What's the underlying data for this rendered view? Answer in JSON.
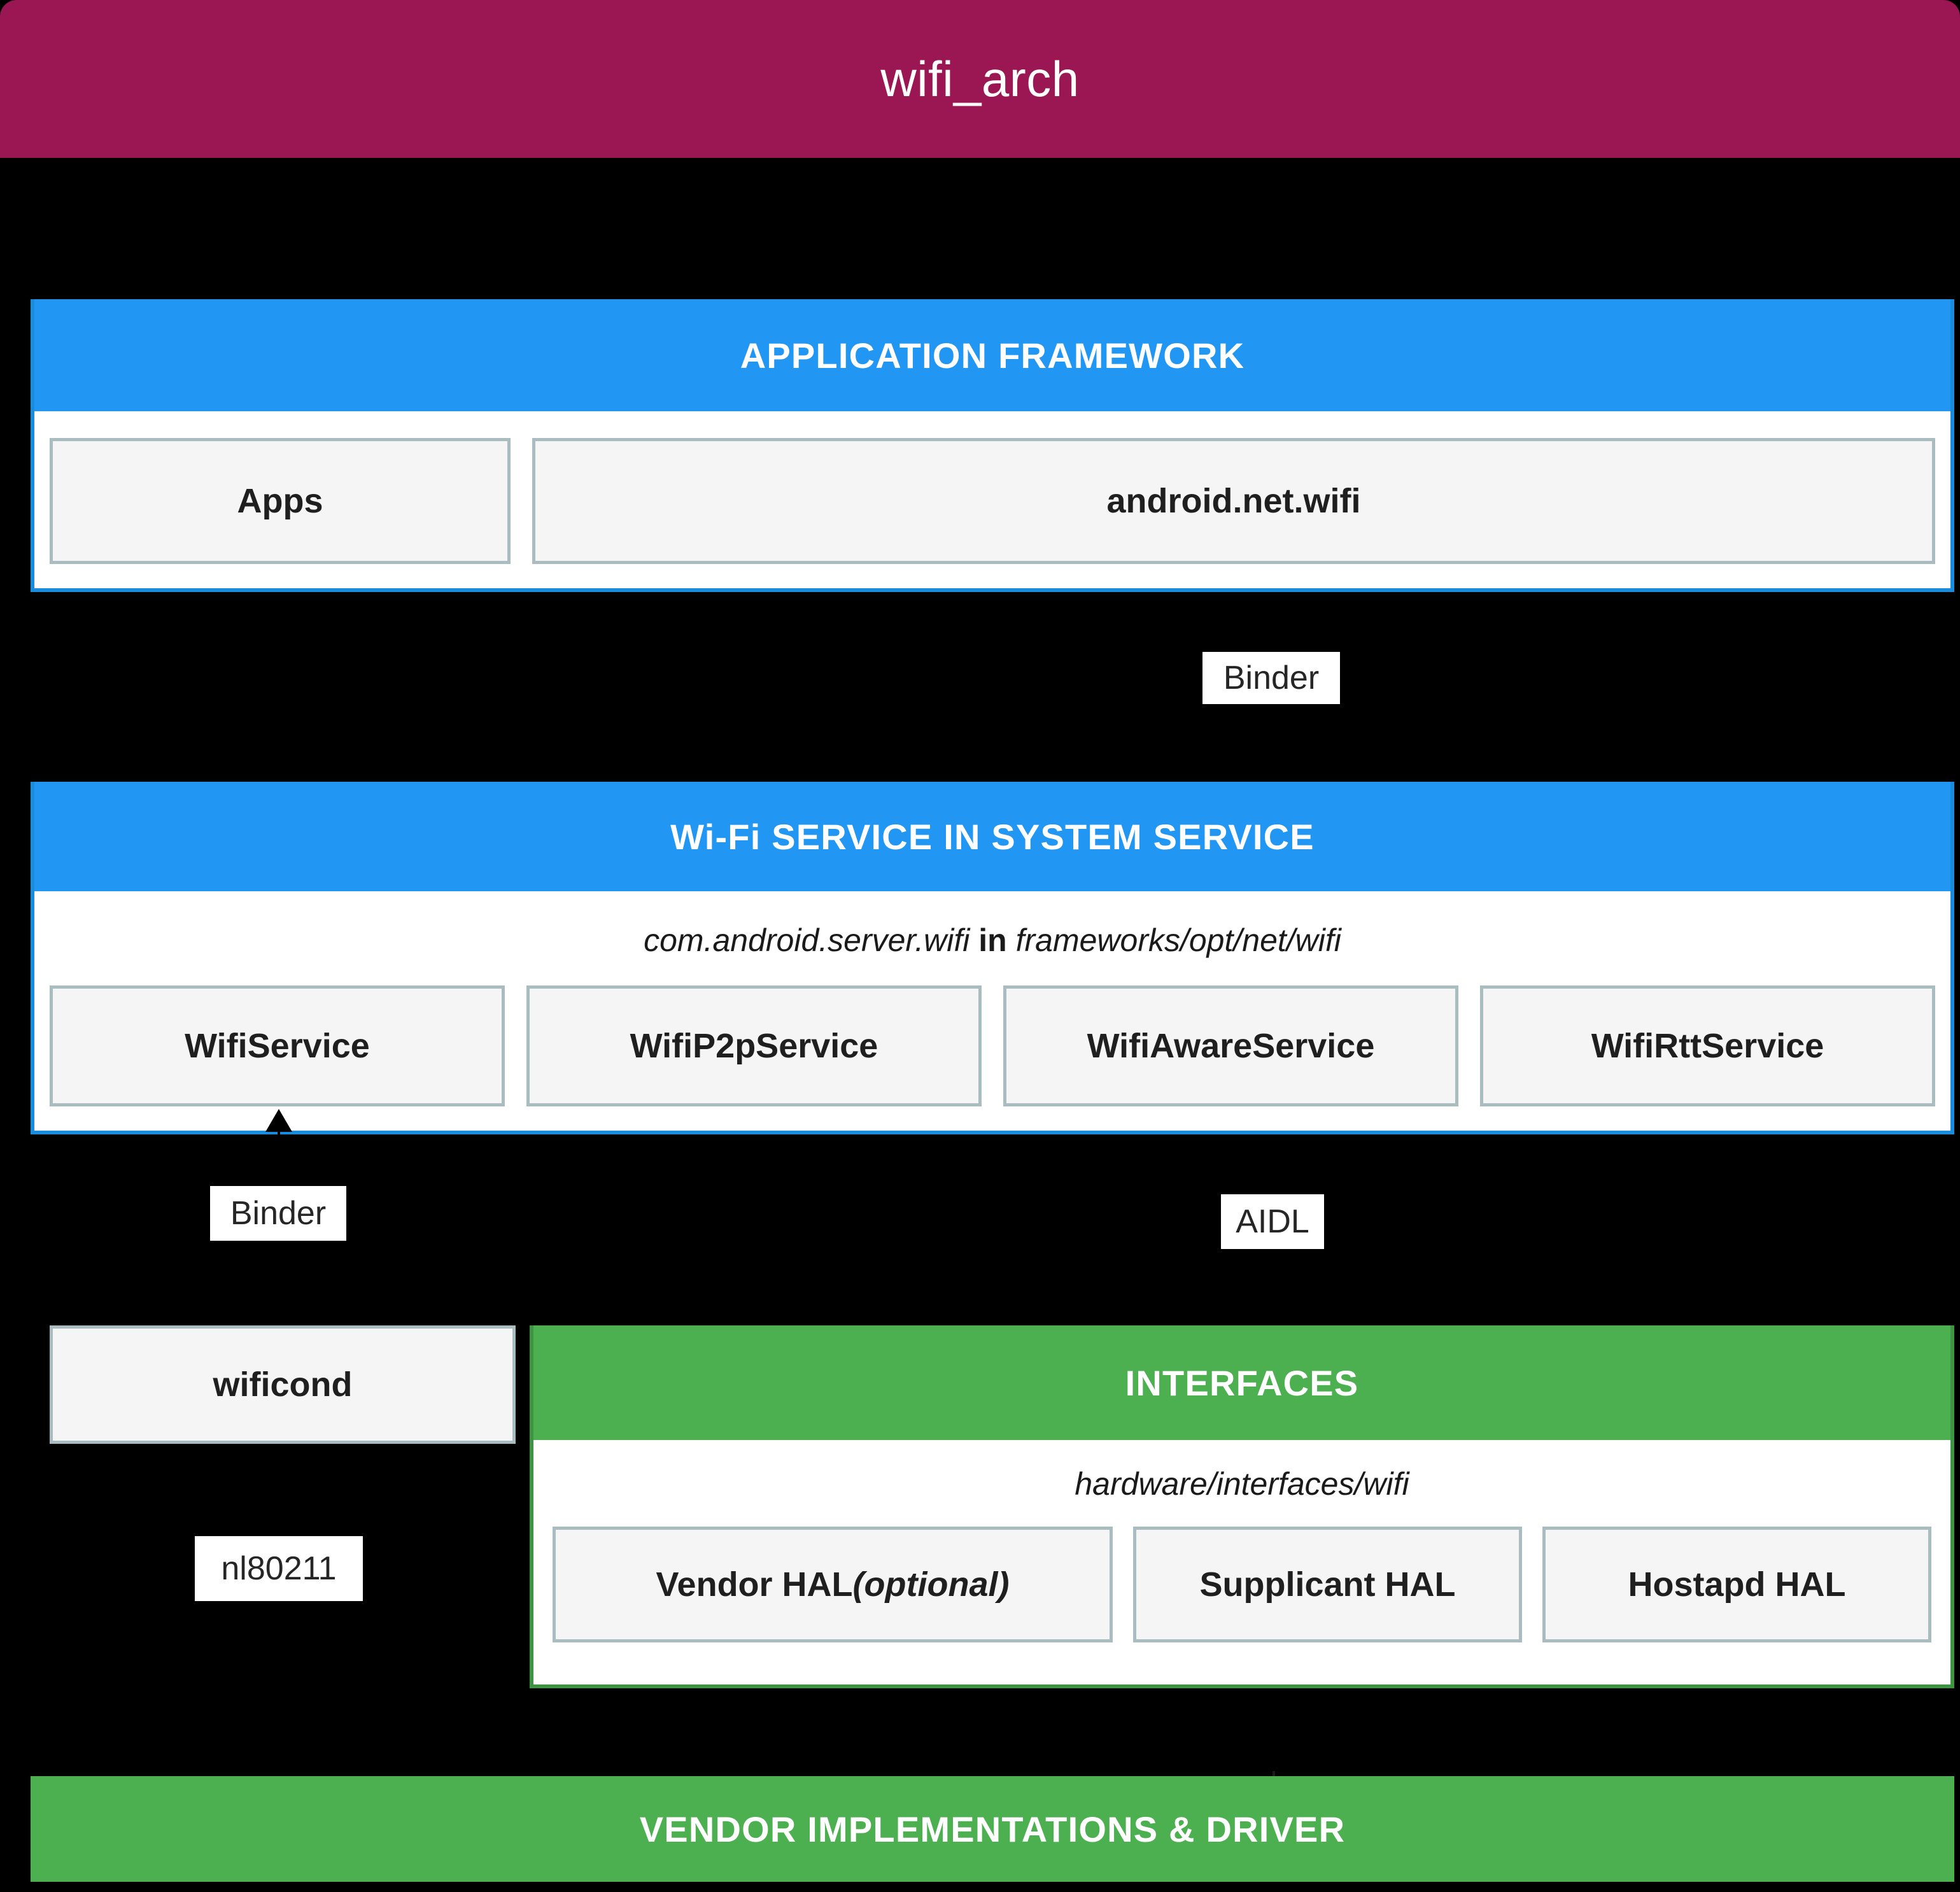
{
  "window": {
    "title": "wifi_arch",
    "title_bar_color": "#9b1754",
    "background_color": "#000000"
  },
  "palette": {
    "blue": "#2196f3",
    "blue_border": "#1a8cdc",
    "green": "#4caf50",
    "green_border": "#3f9444",
    "node_fill": "#f5f5f5",
    "node_border": "#a9bdc0",
    "text_dark": "#1f1f1f",
    "text_light": "#ffffff"
  },
  "layers": {
    "application_framework": {
      "header": "APPLICATION FRAMEWORK",
      "nodes": [
        {
          "label": "Apps"
        },
        {
          "label": "android.net.wifi"
        }
      ]
    },
    "wifi_service": {
      "header": "Wi-Fi SERVICE IN SYSTEM SERVICE",
      "subtitle_package": "com.android.server.wifi",
      "subtitle_conjunction": "in",
      "subtitle_path": "frameworks/opt/net/wifi",
      "nodes": [
        {
          "label": "WifiService"
        },
        {
          "label": "WifiP2pService"
        },
        {
          "label": "WifiAwareService"
        },
        {
          "label": "WifiRttService"
        }
      ]
    },
    "interfaces": {
      "header": "INTERFACES",
      "subtitle_path": "hardware/interfaces/wifi",
      "nodes": [
        {
          "label": "Vendor HAL ",
          "emphasis": "(optional)"
        },
        {
          "label": "Supplicant HAL"
        },
        {
          "label": "Hostapd HAL"
        }
      ]
    },
    "vendor": {
      "header": "VENDOR IMPLEMENTATIONS & DRIVER"
    }
  },
  "standalone_nodes": {
    "wificond": "wificond"
  },
  "edge_labels": {
    "binder_top": "Binder",
    "binder_bottom": "Binder",
    "aidl": "AIDL",
    "nl80211": "nl80211"
  }
}
